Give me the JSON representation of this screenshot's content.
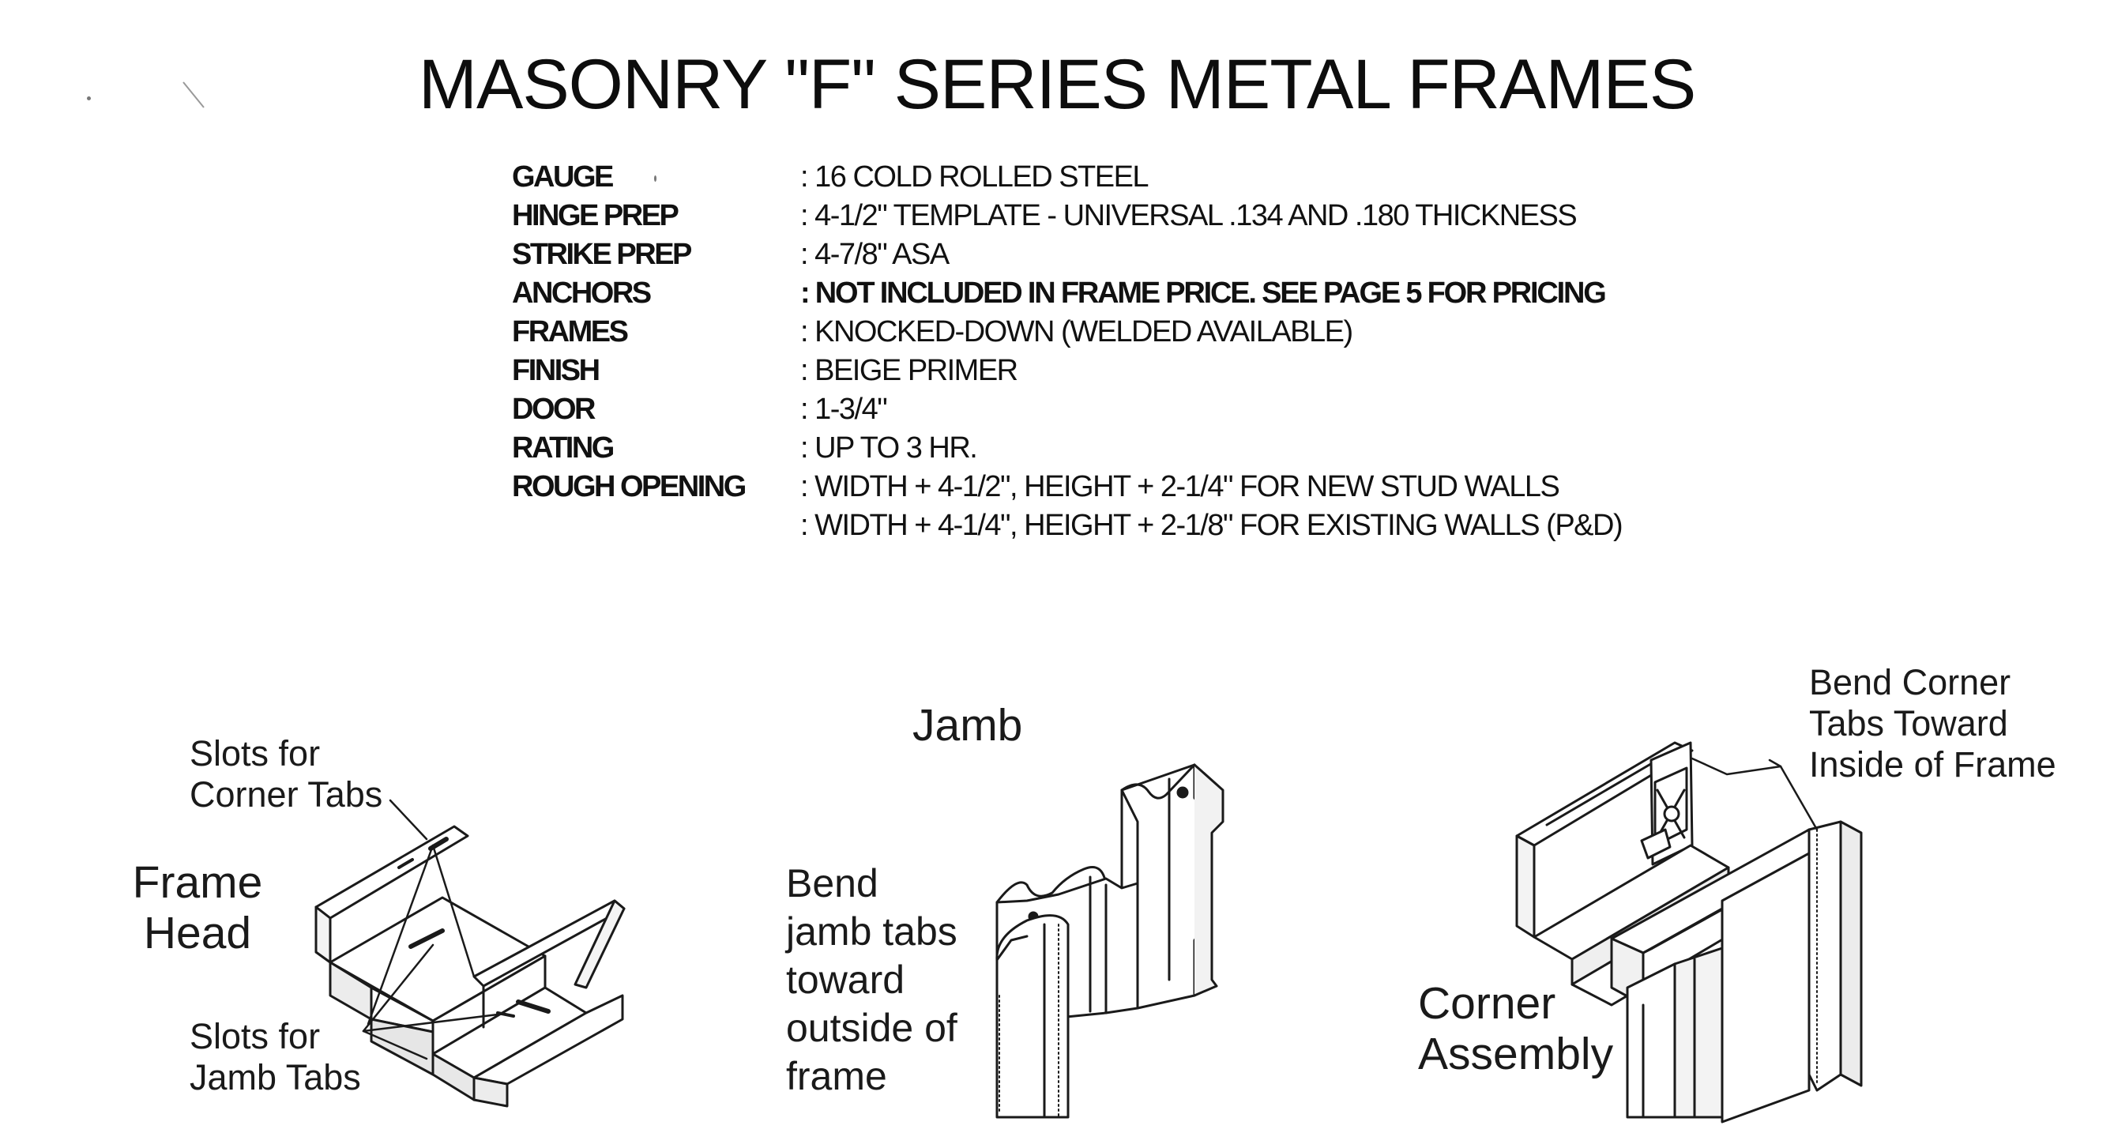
{
  "title": "MASONRY \"F\" SERIES METAL FRAMES",
  "specs": [
    {
      "label": "GAUGE",
      "value": ": 16 COLD ROLLED STEEL",
      "bold": false
    },
    {
      "label": "HINGE PREP",
      "value": ": 4-1/2\" TEMPLATE - UNIVERSAL .134 AND .180 THICKNESS",
      "bold": false
    },
    {
      "label": "STRIKE PREP",
      "value": ":  4-7/8\"  ASA",
      "bold": false
    },
    {
      "label": "ANCHORS",
      "value": ": NOT INCLUDED IN FRAME PRICE. SEE PAGE 5 FOR PRICING",
      "bold": true
    },
    {
      "label": "FRAMES",
      "value": ": KNOCKED-DOWN (WELDED AVAILABLE)",
      "bold": false
    },
    {
      "label": "FINISH",
      "value": ": BEIGE PRIMER",
      "bold": false
    },
    {
      "label": "DOOR",
      "value": ":  1-3/4\"",
      "bold": false
    },
    {
      "label": "RATING",
      "value": ": UP TO 3 HR.",
      "bold": false
    },
    {
      "label": "ROUGH OPENING",
      "value": ": WIDTH + 4-1/2\", HEIGHT + 2-1/4\" FOR NEW STUD WALLS",
      "bold": false
    }
  ],
  "rough_opening_continued": ": WIDTH + 4-1/4\", HEIGHT + 2-1/8\" FOR EXISTING WALLS (P&D)",
  "diagrams": {
    "frame_head": {
      "title_lines": [
        "Frame",
        "Head"
      ],
      "callout_top": [
        "Slots for",
        "Corner Tabs"
      ],
      "callout_bottom": [
        "Slots for",
        "Jamb Tabs"
      ]
    },
    "jamb": {
      "title": "Jamb",
      "callout": [
        "Bend",
        "jamb tabs",
        "toward",
        "outside of",
        "frame"
      ]
    },
    "corner": {
      "title_lines": [
        "Corner",
        "Assembly"
      ],
      "callout": [
        "Bend Corner",
        "Tabs Toward",
        "Inside of Frame"
      ]
    }
  }
}
